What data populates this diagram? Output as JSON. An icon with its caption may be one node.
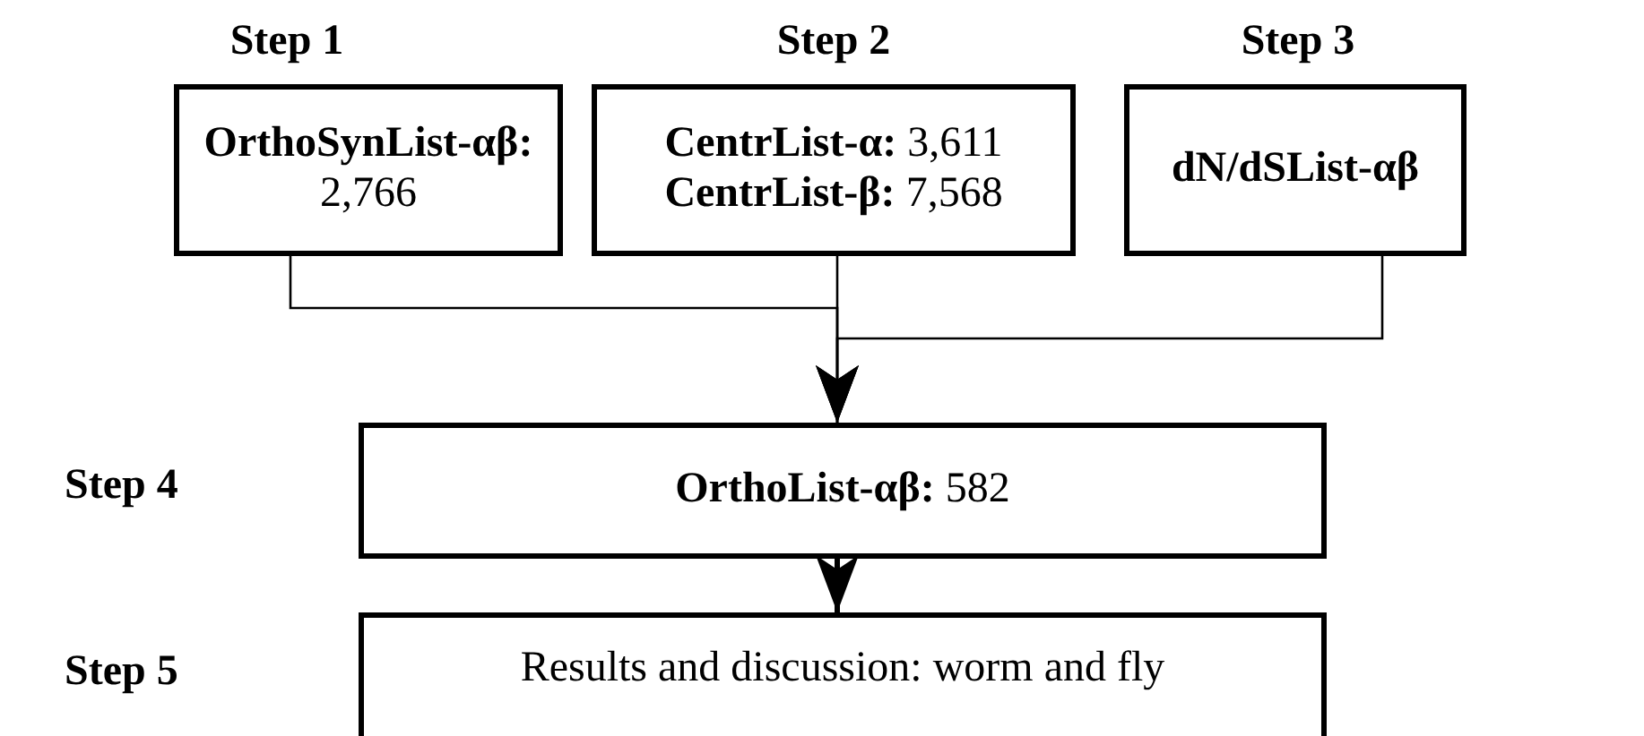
{
  "diagram": {
    "nodes": [
      {
        "text": [
          "Step 1",
          "**OrthoSynList-αβ:** 2,766"
        ]
      },
      {
        "text": [
          "Step 2",
          "**CentrList-α:** 3,611",
          "**CentrList-β:** 7,568"
        ]
      },
      {
        "text": [
          "Step 3",
          "dN/dSList-αβ"
        ]
      },
      {
        "text": [
          "**OrthoList-αβ:** 582"
        ]
      },
      {
        "text": [
          "Results and discussion: worm and fly"
        ]
      }
    ],
    "edges": [
      {
        "from": 0,
        "to": 3,
        "arrow": "to"
      },
      {
        "from": 1,
        "to": 3,
        "arrow": "to"
      },
      {
        "from": 2,
        "to": 3,
        "arrow": "to"
      },
      {
        "from": 3,
        "to": 4,
        "arrow": "to",
        "style": "thick"
      }
    ],
    "labels": [
      "Step 4",
      "Step 5"
    ]
  }
}
